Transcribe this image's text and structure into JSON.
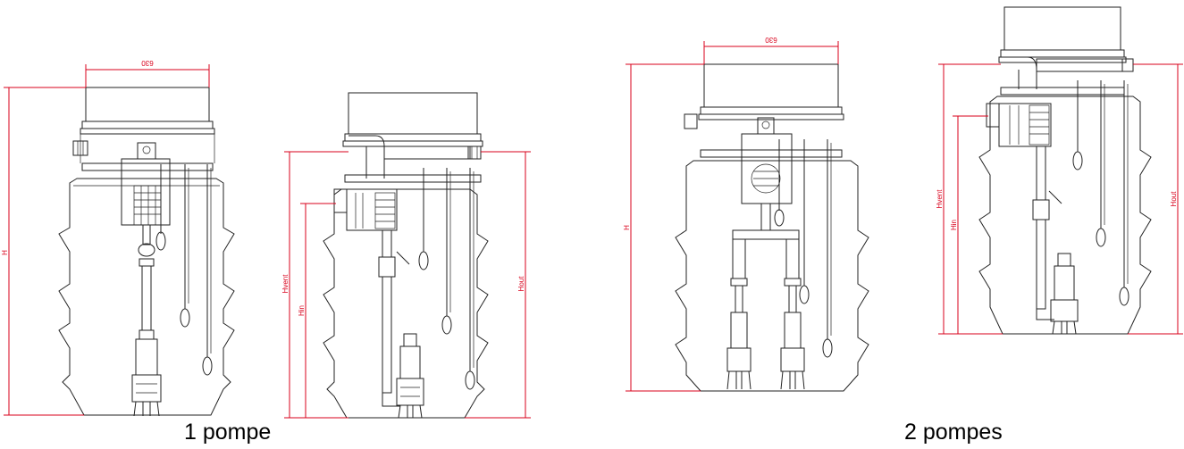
{
  "captions": {
    "single": "1 pompe",
    "double": "2 pompes"
  },
  "dimensions": {
    "diameter": "630",
    "height": "H",
    "h_vent": "Hvent",
    "h_in": "Hin",
    "h_out": "Hout"
  },
  "colors": {
    "dimension_line": "#d9001b",
    "drawing_line": "#222222"
  }
}
